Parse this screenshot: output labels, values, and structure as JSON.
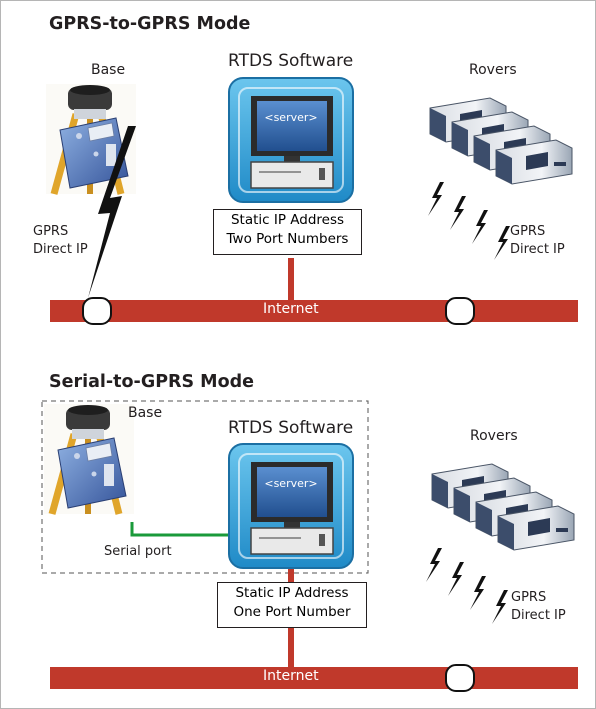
{
  "colors": {
    "internet_bar": "#c0392b",
    "serial_cable": "#1a9a3a",
    "monitor_frame": "#3aa7dc",
    "screen": "#2d6fb0",
    "dashed_border": "#555555"
  },
  "top_panel": {
    "title": "GPRS-to-GPRS Mode",
    "base_label": "Base",
    "software_label": "RTDS Software",
    "server_tag": "<server>",
    "rovers_label": "Rovers",
    "base_link_line1": "GPRS",
    "base_link_line2": "Direct IP",
    "rover_link_line1": "GPRS",
    "rover_link_line2": "Direct IP",
    "ip_box_line1": "Static IP Address",
    "ip_box_line2": "Two Port Numbers",
    "internet_label": "Internet"
  },
  "bottom_panel": {
    "title": "Serial-to-GPRS Mode",
    "base_label": "Base",
    "software_label": "RTDS Software",
    "server_tag": "<server>",
    "rovers_label": "Rovers",
    "serial_label": "Serial port",
    "rover_link_line1": "GPRS",
    "rover_link_line2": "Direct IP",
    "ip_box_line1": "Static IP Address",
    "ip_box_line2": "One Port Number",
    "internet_label": "Internet"
  },
  "icons": {
    "base": "gps-base-station-icon",
    "server": "server-computer-icon",
    "rover": "rover-receiver-icon",
    "wireless": "lightning-bolt-icon",
    "connector": "connection-port-icon"
  }
}
